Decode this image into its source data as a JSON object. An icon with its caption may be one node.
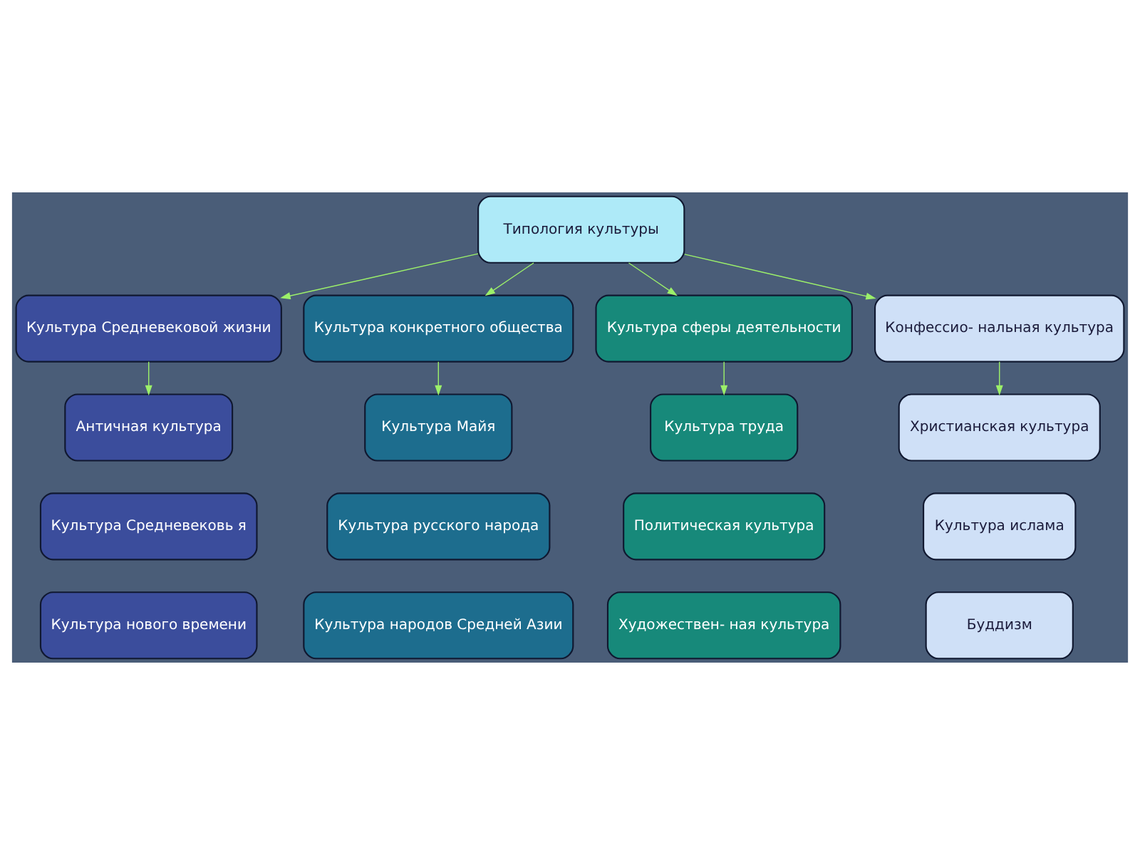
{
  "diagram": {
    "nodes": [
      {
        "text": [
          "Типология культуры"
        ]
      },
      {
        "text": [
          "Культура Средневековой жизни"
        ]
      },
      {
        "text": [
          "Культура конкретного общества"
        ]
      },
      {
        "text": [
          "Культура сферы деятельности"
        ]
      },
      {
        "text": [
          "Конфессио- нальная культура"
        ]
      },
      {
        "text": [
          "Античная культура"
        ]
      },
      {
        "text": [
          "Культура Майя"
        ]
      },
      {
        "text": [
          "Культура труда"
        ]
      },
      {
        "text": [
          "Христианская культура"
        ]
      },
      {
        "text": [
          "Культура Средневековь я"
        ]
      },
      {
        "text": [
          "Культура русского народа"
        ]
      },
      {
        "text": [
          "Политическая культура"
        ]
      },
      {
        "text": [
          "Культура ислама"
        ]
      },
      {
        "text": [
          "Культура нового времени"
        ]
      },
      {
        "text": [
          "Культура народов Средней Азии"
        ]
      },
      {
        "text": [
          "Художествен- ная культура"
        ]
      },
      {
        "text": [
          "Буддизм"
        ]
      }
    ],
    "edges": [
      {
        "from": 0,
        "to": 1,
        "arrow": "to"
      },
      {
        "from": 0,
        "to": 2,
        "arrow": "to"
      },
      {
        "from": 0,
        "to": 3,
        "arrow": "to"
      },
      {
        "from": 0,
        "to": 4,
        "arrow": "to"
      },
      {
        "from": 1,
        "to": 5,
        "arrow": "to"
      },
      {
        "from": 2,
        "to": 6,
        "arrow": "to"
      },
      {
        "from": 3,
        "to": 7,
        "arrow": "to"
      },
      {
        "from": 4,
        "to": 8,
        "arrow": "to"
      }
    ]
  }
}
